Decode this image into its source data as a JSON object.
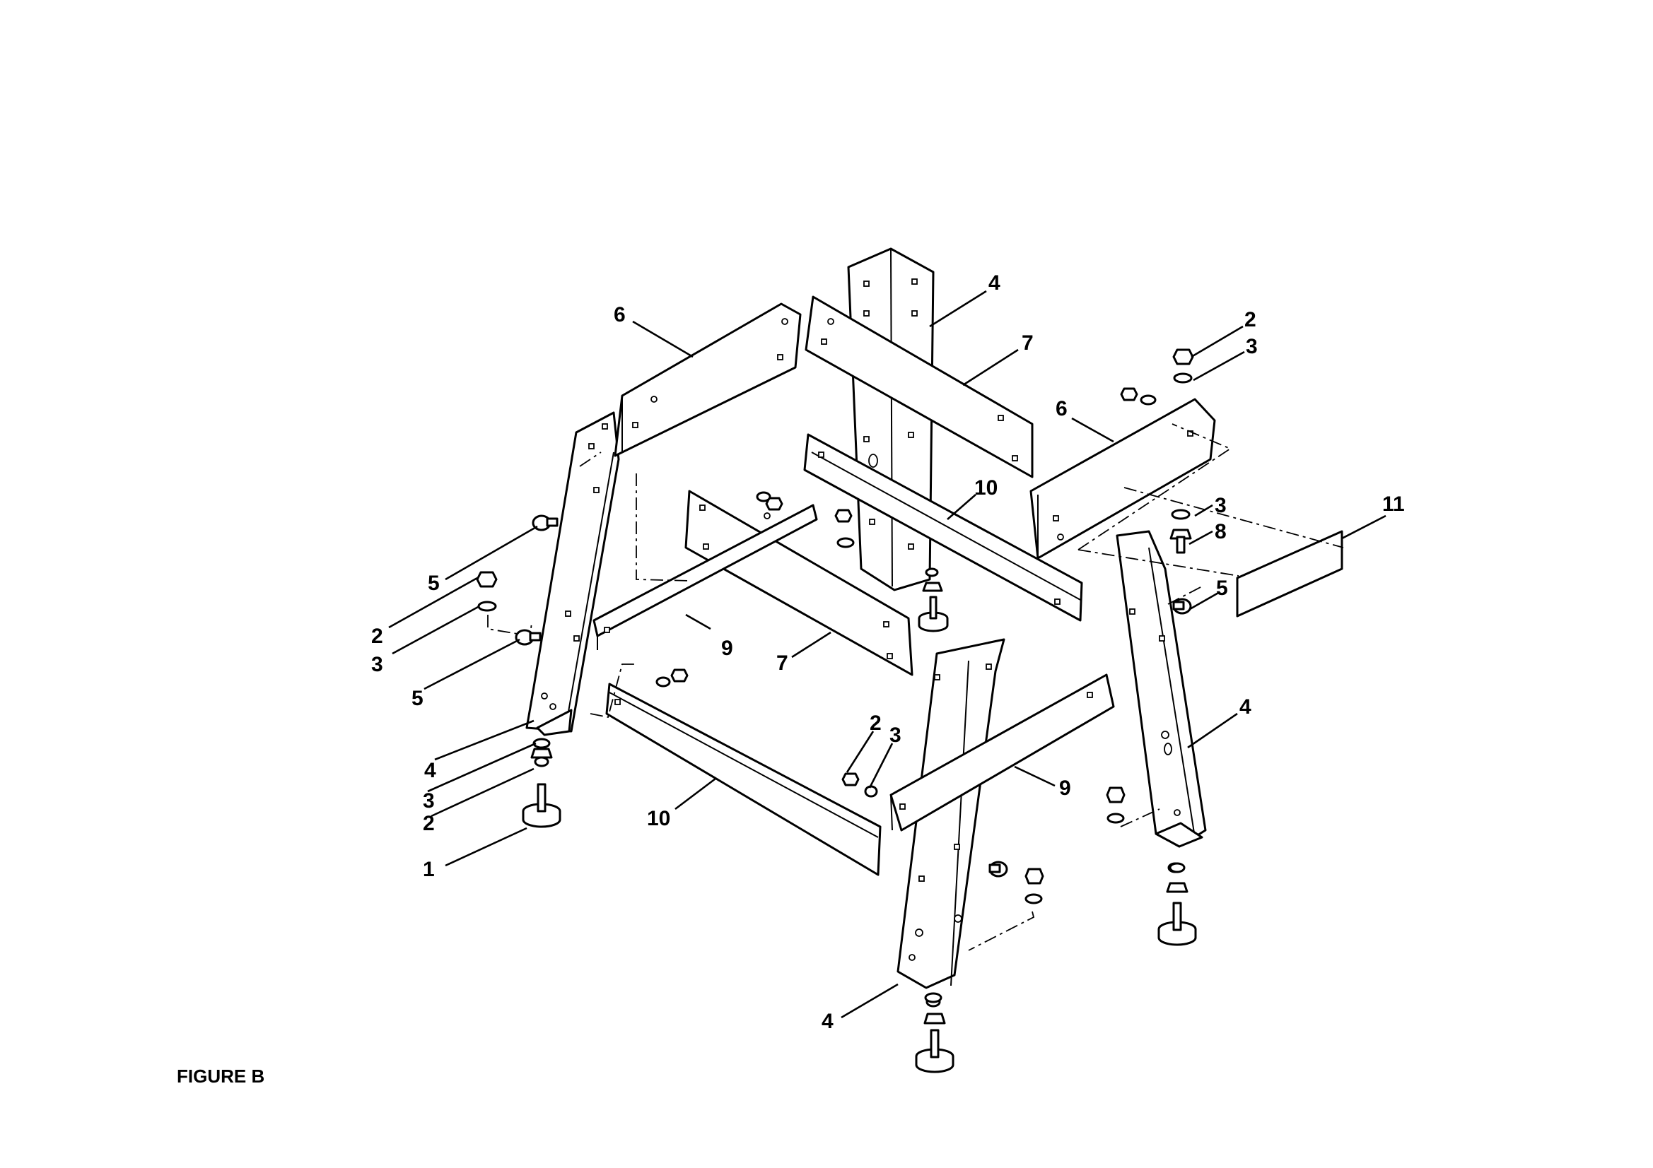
{
  "figure": {
    "caption": "FIGURE B"
  },
  "callouts": [
    "1",
    "2",
    "3",
    "4",
    "5",
    "6",
    "7",
    "8",
    "9",
    "10",
    "11"
  ]
}
